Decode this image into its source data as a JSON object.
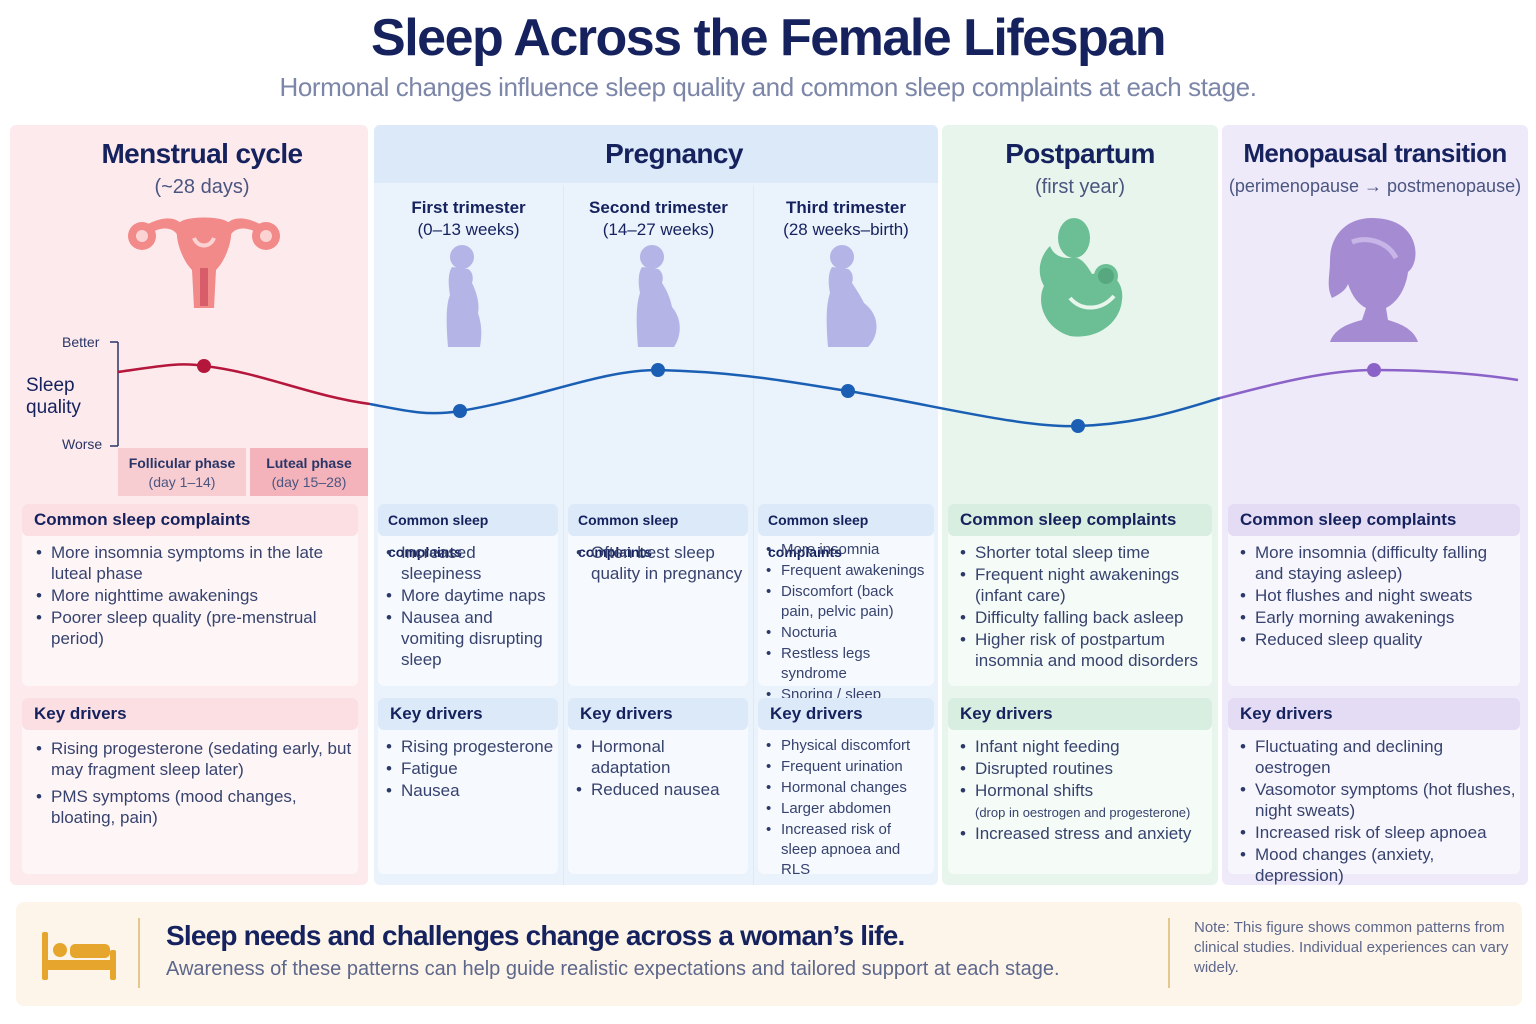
{
  "header": {
    "title": "Sleep Across the Female Lifespan",
    "subtitle": "Hormonal changes influence sleep quality and common sleep complaints at each stage."
  },
  "colors": {
    "menstrual_bg": "#fdeaec",
    "pregnancy_bg": "#eaf2fc",
    "postpartum_bg": "#e8f5ec",
    "menopause_bg": "#efeafa",
    "menstrual_line": "#b5173c",
    "pregnancy_line": "#1a5fb4",
    "menopause_line": "#8a62c8",
    "uterus": "#f28a8a",
    "pregnant_figure": "#b4b4e6",
    "mother_figure": "#6cbf95",
    "menopause_figure": "#a58cd2",
    "bed_icon": "#e6a52c"
  },
  "chart": {
    "y_axis_label": "Sleep quality",
    "better": "Better",
    "worse": "Worse",
    "phases": [
      {
        "name": "Follicular phase",
        "range": "(day 1–14)"
      },
      {
        "name": "Luteal phase",
        "range": "(day 15–28)"
      }
    ]
  },
  "stages": {
    "menstrual": {
      "title": "Menstrual cycle",
      "subtitle": "(~28 days)",
      "complaints_title": "Common sleep complaints",
      "complaints": [
        "More insomnia symptoms in the late luteal phase",
        "More nighttime awakenings",
        "Poorer sleep quality (pre-menstrual period)"
      ],
      "drivers_title": "Key drivers",
      "drivers": [
        "Rising progesterone (sedating early, but may fragment sleep later)",
        "PMS symptoms (mood changes, bloating, pain)"
      ]
    },
    "pregnancy": {
      "title": "Pregnancy",
      "trimesters": [
        {
          "name": "First trimester",
          "weeks": "(0–13 weeks)",
          "complaints_title": "Common sleep complaints",
          "complaints": [
            "Increased sleepiness",
            "More daytime naps",
            "Nausea and vomiting disrupting sleep"
          ],
          "drivers_title": "Key drivers",
          "drivers": [
            "Rising progesterone",
            "Fatigue",
            "Nausea"
          ]
        },
        {
          "name": "Second trimester",
          "weeks": "(14–27 weeks)",
          "complaints_title": "Common sleep complaints",
          "complaints": [
            "Often best sleep quality in pregnancy"
          ],
          "drivers_title": "Key drivers",
          "drivers": [
            "Hormonal adaptation",
            "Reduced nausea"
          ]
        },
        {
          "name": "Third trimester",
          "weeks": "(28 weeks–birth)",
          "complaints_title": "Common sleep complaints",
          "complaints": [
            "More insomnia",
            "Frequent awakenings",
            "Discomfort (back pain, pelvic pain)",
            "Nocturia",
            "Restless legs syndrome",
            "Snoring / sleep apnoea"
          ],
          "drivers_title": "Key drivers",
          "drivers": [
            "Physical discomfort",
            "Frequent urination",
            "Hormonal changes",
            "Larger abdomen",
            "Increased risk of sleep apnoea and RLS"
          ]
        }
      ]
    },
    "postpartum": {
      "title": "Postpartum",
      "subtitle": "(first year)",
      "complaints_title": "Common sleep complaints",
      "complaints": [
        "Shorter total sleep time",
        "Frequent night awakenings (infant care)",
        "Difficulty falling back asleep",
        "Higher risk of postpartum insomnia and mood disorders"
      ],
      "drivers_title": "Key drivers",
      "drivers": [
        "Infant night feeding",
        "Disrupted routines",
        "Hormonal shifts",
        "Increased stress and anxiety"
      ],
      "drivers_note": "(drop in oestrogen and progesterone)"
    },
    "menopause": {
      "title": "Menopausal transition",
      "subtitle": "(perimenopause → postmenopause)",
      "complaints_title": "Common sleep complaints",
      "complaints": [
        "More insomnia (difficulty falling and staying asleep)",
        "Hot flushes and night sweats",
        "Early morning awakenings",
        "Reduced sleep quality"
      ],
      "drivers_title": "Key drivers",
      "drivers": [
        "Fluctuating and declining oestrogen",
        "Vasomotor symptoms (hot flushes, night sweats)",
        "Increased risk of sleep apnoea",
        "Mood changes (anxiety, depression)"
      ]
    }
  },
  "footer": {
    "icon": "bed-icon",
    "headline": "Sleep needs and challenges change across a woman’s life.",
    "subline": "Awareness of these patterns can help guide realistic expectations and tailored support at each stage.",
    "note": "Note: This figure shows common patterns from clinical studies. Individual experiences can vary widely."
  }
}
